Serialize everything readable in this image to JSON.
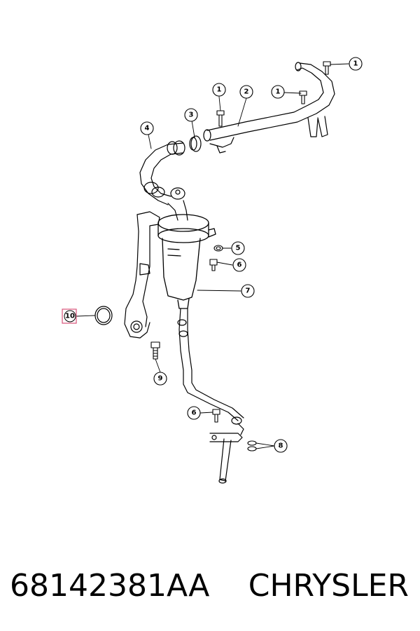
{
  "callouts": {
    "c1a": "1",
    "c1b": "1",
    "c1c": "1",
    "c2": "2",
    "c3": "3",
    "c4": "4",
    "c5": "5",
    "c6a": "6",
    "c6b": "6",
    "c7": "7",
    "c8": "8",
    "c9": "9",
    "c10": "10"
  },
  "highlight_color": "#d8547a",
  "footer": {
    "part_number": "68142381AA",
    "brand": "CHRYSLER"
  }
}
